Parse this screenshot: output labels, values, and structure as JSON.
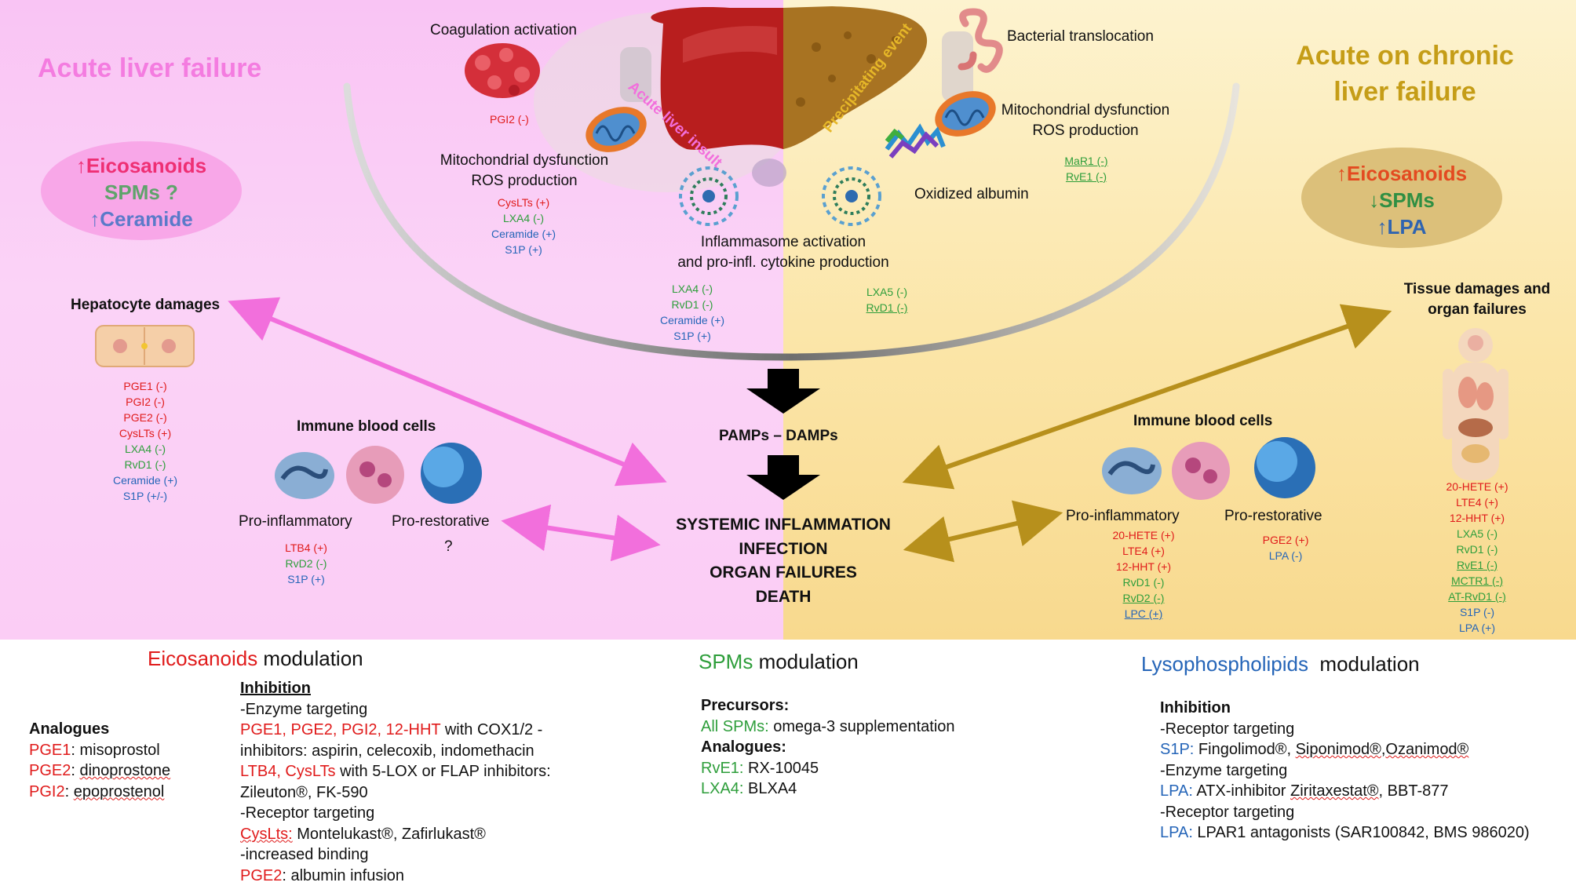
{
  "panels": {
    "left_title": "Acute liver failure",
    "right_title_line1": "Acute on chronic",
    "right_title_line2": "liver failure"
  },
  "left_ellipse": {
    "l1": "↑Eicosanoids",
    "l2": "SPMs ?",
    "l3": "↑Ceramide"
  },
  "right_ellipse": {
    "l1": "↑Eicosanoids",
    "l2": "↓SPMs",
    "l3": "↑LPA"
  },
  "top": {
    "coagulation": "Coagulation activation",
    "coag_pgi2": "PGI2 (-)",
    "acute_liver_insult": "Acute liver insult",
    "precipitating_event": "Precipitating event",
    "bacterial_translocation": "Bacterial translocation",
    "mito_left_l1": "Mitochondrial dysfunction",
    "mito_left_l2": "ROS production",
    "mito_left_items": [
      "CysLTs (+)",
      "LXA4 (-)",
      "Ceramide (+)",
      "S1P (+)"
    ],
    "mito_right_l1": "Mitochondrial dysfunction",
    "mito_right_l2": "ROS production",
    "mito_right_items": [
      "MaR1 (-)",
      "RvE1 (-)"
    ],
    "oxidized_albumin": "Oxidized albumin",
    "inflammasome_l1": "Inflammasome activation",
    "inflammasome_l2": "and pro-infl. cytokine production",
    "inflam_left_items": [
      "LXA4 (-)",
      "RvD1 (-)",
      "Ceramide (+)",
      "S1P (+)"
    ],
    "inflam_right_items": [
      "LXA5 (-)",
      "RvD1 (-)"
    ]
  },
  "left": {
    "hepatocyte": "Hepatocyte damages",
    "hepatocyte_items": [
      "PGE1 (-)",
      "PGI2 (-)",
      "PGE2 (-)",
      "CysLTs (+)",
      "LXA4 (-)",
      "RvD1 (-)",
      "Ceramide (+)",
      "S1P (+/-)"
    ],
    "immune": "Immune blood cells",
    "pro_infl": "Pro-inflammatory",
    "pro_rest": "Pro-restorative",
    "pro_rest_q": "?",
    "pro_infl_items": [
      "LTB4 (+)",
      "RvD2 (-)",
      "S1P (+)"
    ]
  },
  "center": {
    "pamps": "PAMPs – DAMPs",
    "outcome": [
      "SYSTEMIC INFLAMMATION",
      "INFECTION",
      "ORGAN FAILURES",
      "DEATH"
    ]
  },
  "right": {
    "tissue_l1": "Tissue damages and",
    "tissue_l2": "organ failures",
    "tissue_items": [
      "20-HETE (+)",
      "LTE4 (+)",
      "12-HHT (+)",
      "LXA5 (-)",
      "RvD1 (-)",
      "RvE1 (-)",
      "MCTR1 (-)",
      "AT-RvD1 (-)",
      "S1P (-)",
      "LPA (+)"
    ],
    "immune": "Immune blood cells",
    "pro_infl": "Pro-inflammatory",
    "pro_rest": "Pro-restorative",
    "pro_infl_items": [
      "20-HETE (+)",
      "LTE4 (+)",
      "12-HHT (+)",
      "RvD1 (-)",
      "RvD2 (-)",
      "LPC (+)"
    ],
    "pro_rest_items": [
      "PGE2 (+)",
      "LPA (-)"
    ]
  },
  "eico": {
    "title_colored": "Eicosanoids",
    "title_rest": " modulation",
    "analogues": "Analogues",
    "an_pge1_k": "PGE1",
    "an_pge1_v": ": misoprostol",
    "an_pge2_k": "PGE2",
    "an_pge2_v1": ": ",
    "an_pge2_v2": "dinoprostone",
    "an_pgi2_k": "PGI2",
    "an_pgi2_v1": ": ",
    "an_pgi2_v2": "epoprostenol",
    "inhibition": "Inhibition",
    "enzyme": "-Enzyme targeting",
    "cox_k": "PGE1, PGE2, PGI2, 12-HHT",
    "cox_v": " with COX1/2 -",
    "cox_l2": "inhibitors: aspirin, celecoxib, indomethacin",
    "lox_k": "LTB4, CysLTs",
    "lox_v": " with 5-LOX or FLAP inhibitors:",
    "lox_l2": "Zileuton®, FK-590",
    "receptor": "-Receptor targeting",
    "cys_k": "CysLts:",
    "cys_v": " Montelukast®, Zafirlukast®",
    "binding": "-increased binding",
    "pge2_k": "PGE2",
    "pge2_v": ": albumin infusion"
  },
  "spm": {
    "title_colored": "SPMs",
    "title_rest": " modulation",
    "precursors": "Precursors:",
    "all_k": "All SPMs:",
    "all_v": " omega-3 supplementation",
    "analogues": "Analogues:",
    "rve1_k": "RvE1:",
    "rve1_v": " RX-10045",
    "lxa4_k": "LXA4:",
    "lxa4_v": " BLXA4"
  },
  "lyso": {
    "title_colored": "Lysophospholipids",
    "title_rest": "  modulation",
    "inhibition": "Inhibition",
    "receptor1": "-Receptor targeting",
    "s1p_k": "S1P:",
    "s1p_v1": " Fingolimod®, ",
    "s1p_v2": "Siponimod®",
    "s1p_v3": ",",
    "s1p_v4": "Ozanimod®",
    "enzyme": "-Enzyme targeting",
    "lpa1_k": "LPA:",
    "lpa1_v1": " ATX-inhibitor ",
    "lpa1_v2": "Ziritaxestat®",
    "lpa1_v3": ", BBT-877",
    "receptor2": "-Receptor targeting",
    "lpa2_k": "LPA:",
    "lpa2_v": " LPAR1 antagonists (SAR100842, BMS 986020)"
  },
  "colors": {
    "pink_accent": "#f26fdc",
    "gold_accent": "#c9a227",
    "red": "#e01b1b",
    "green": "#2e9e3b",
    "blue": "#2565b8"
  }
}
